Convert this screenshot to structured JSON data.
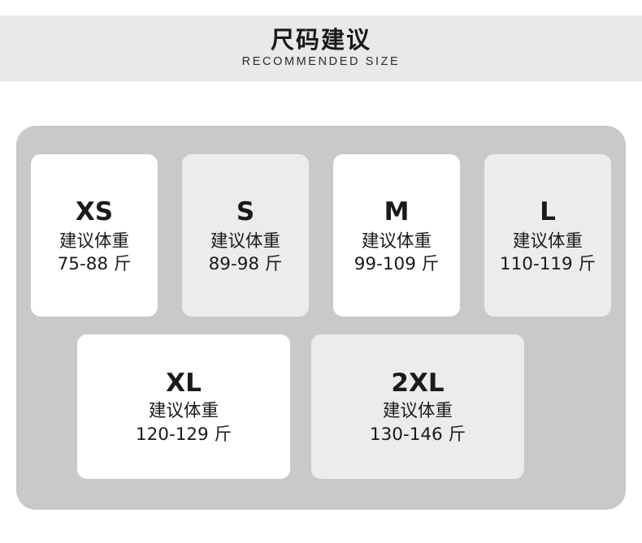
{
  "header": {
    "title": "尺码建议",
    "subtitle": "RECOMMENDED SIZE"
  },
  "colors": {
    "page_background": "#ffffff",
    "header_band": "#e9e9e9",
    "panel": "#c9c9c9",
    "card_white": "#ffffff",
    "card_tinted": "#ececec",
    "text": "#1a1a1a"
  },
  "size_chart": {
    "weight_label": "建议体重",
    "unit": "斤",
    "rows": [
      {
        "cards": [
          {
            "size": "XS",
            "label": "建议体重",
            "value": "75-88 斤",
            "min": 75,
            "max": 88,
            "tinted": false
          },
          {
            "size": "S",
            "label": "建议体重",
            "value": "89-98 斤",
            "min": 89,
            "max": 98,
            "tinted": true
          },
          {
            "size": "M",
            "label": "建议体重",
            "value": "99-109 斤",
            "min": 99,
            "max": 109,
            "tinted": false
          },
          {
            "size": "L",
            "label": "建议体重",
            "value": "110-119 斤",
            "min": 110,
            "max": 119,
            "tinted": true
          }
        ]
      },
      {
        "cards": [
          {
            "size": "XL",
            "label": "建议体重",
            "value": "120-129 斤",
            "min": 120,
            "max": 129,
            "tinted": false
          },
          {
            "size": "2XL",
            "label": "建议体重",
            "value": "130-146 斤",
            "min": 130,
            "max": 146,
            "tinted": true
          }
        ]
      }
    ]
  }
}
